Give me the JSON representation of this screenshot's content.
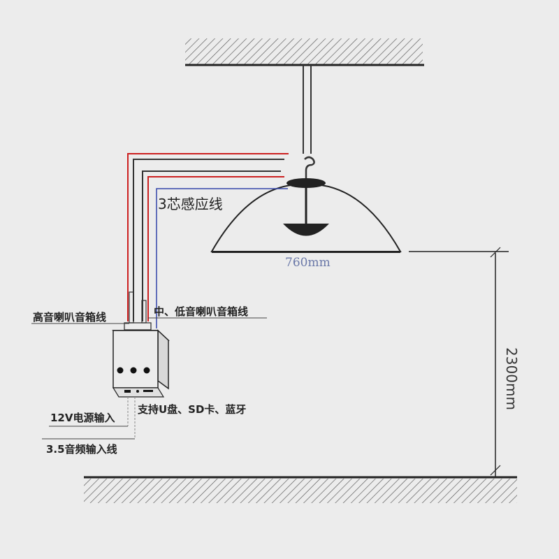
{
  "diagram": {
    "sensor_wire_label": "3芯感应线",
    "lamp_width_label": "760mm",
    "height_label": "2300mm",
    "tweeter_wire_label": "高音喇叭音箱线",
    "mid_bass_wire_label": "中、低音喇叭音箱线",
    "power_input_label": "12V电源输入",
    "audio_input_label": "3.5音频输入线",
    "media_support_label": "支持U盘、SD卡、蓝牙"
  },
  "colors": {
    "background": "#ececec",
    "line": "#222222",
    "red_wire": "#cc2020",
    "blue_wire": "#3344aa",
    "dim_text": "#6a78a8"
  }
}
